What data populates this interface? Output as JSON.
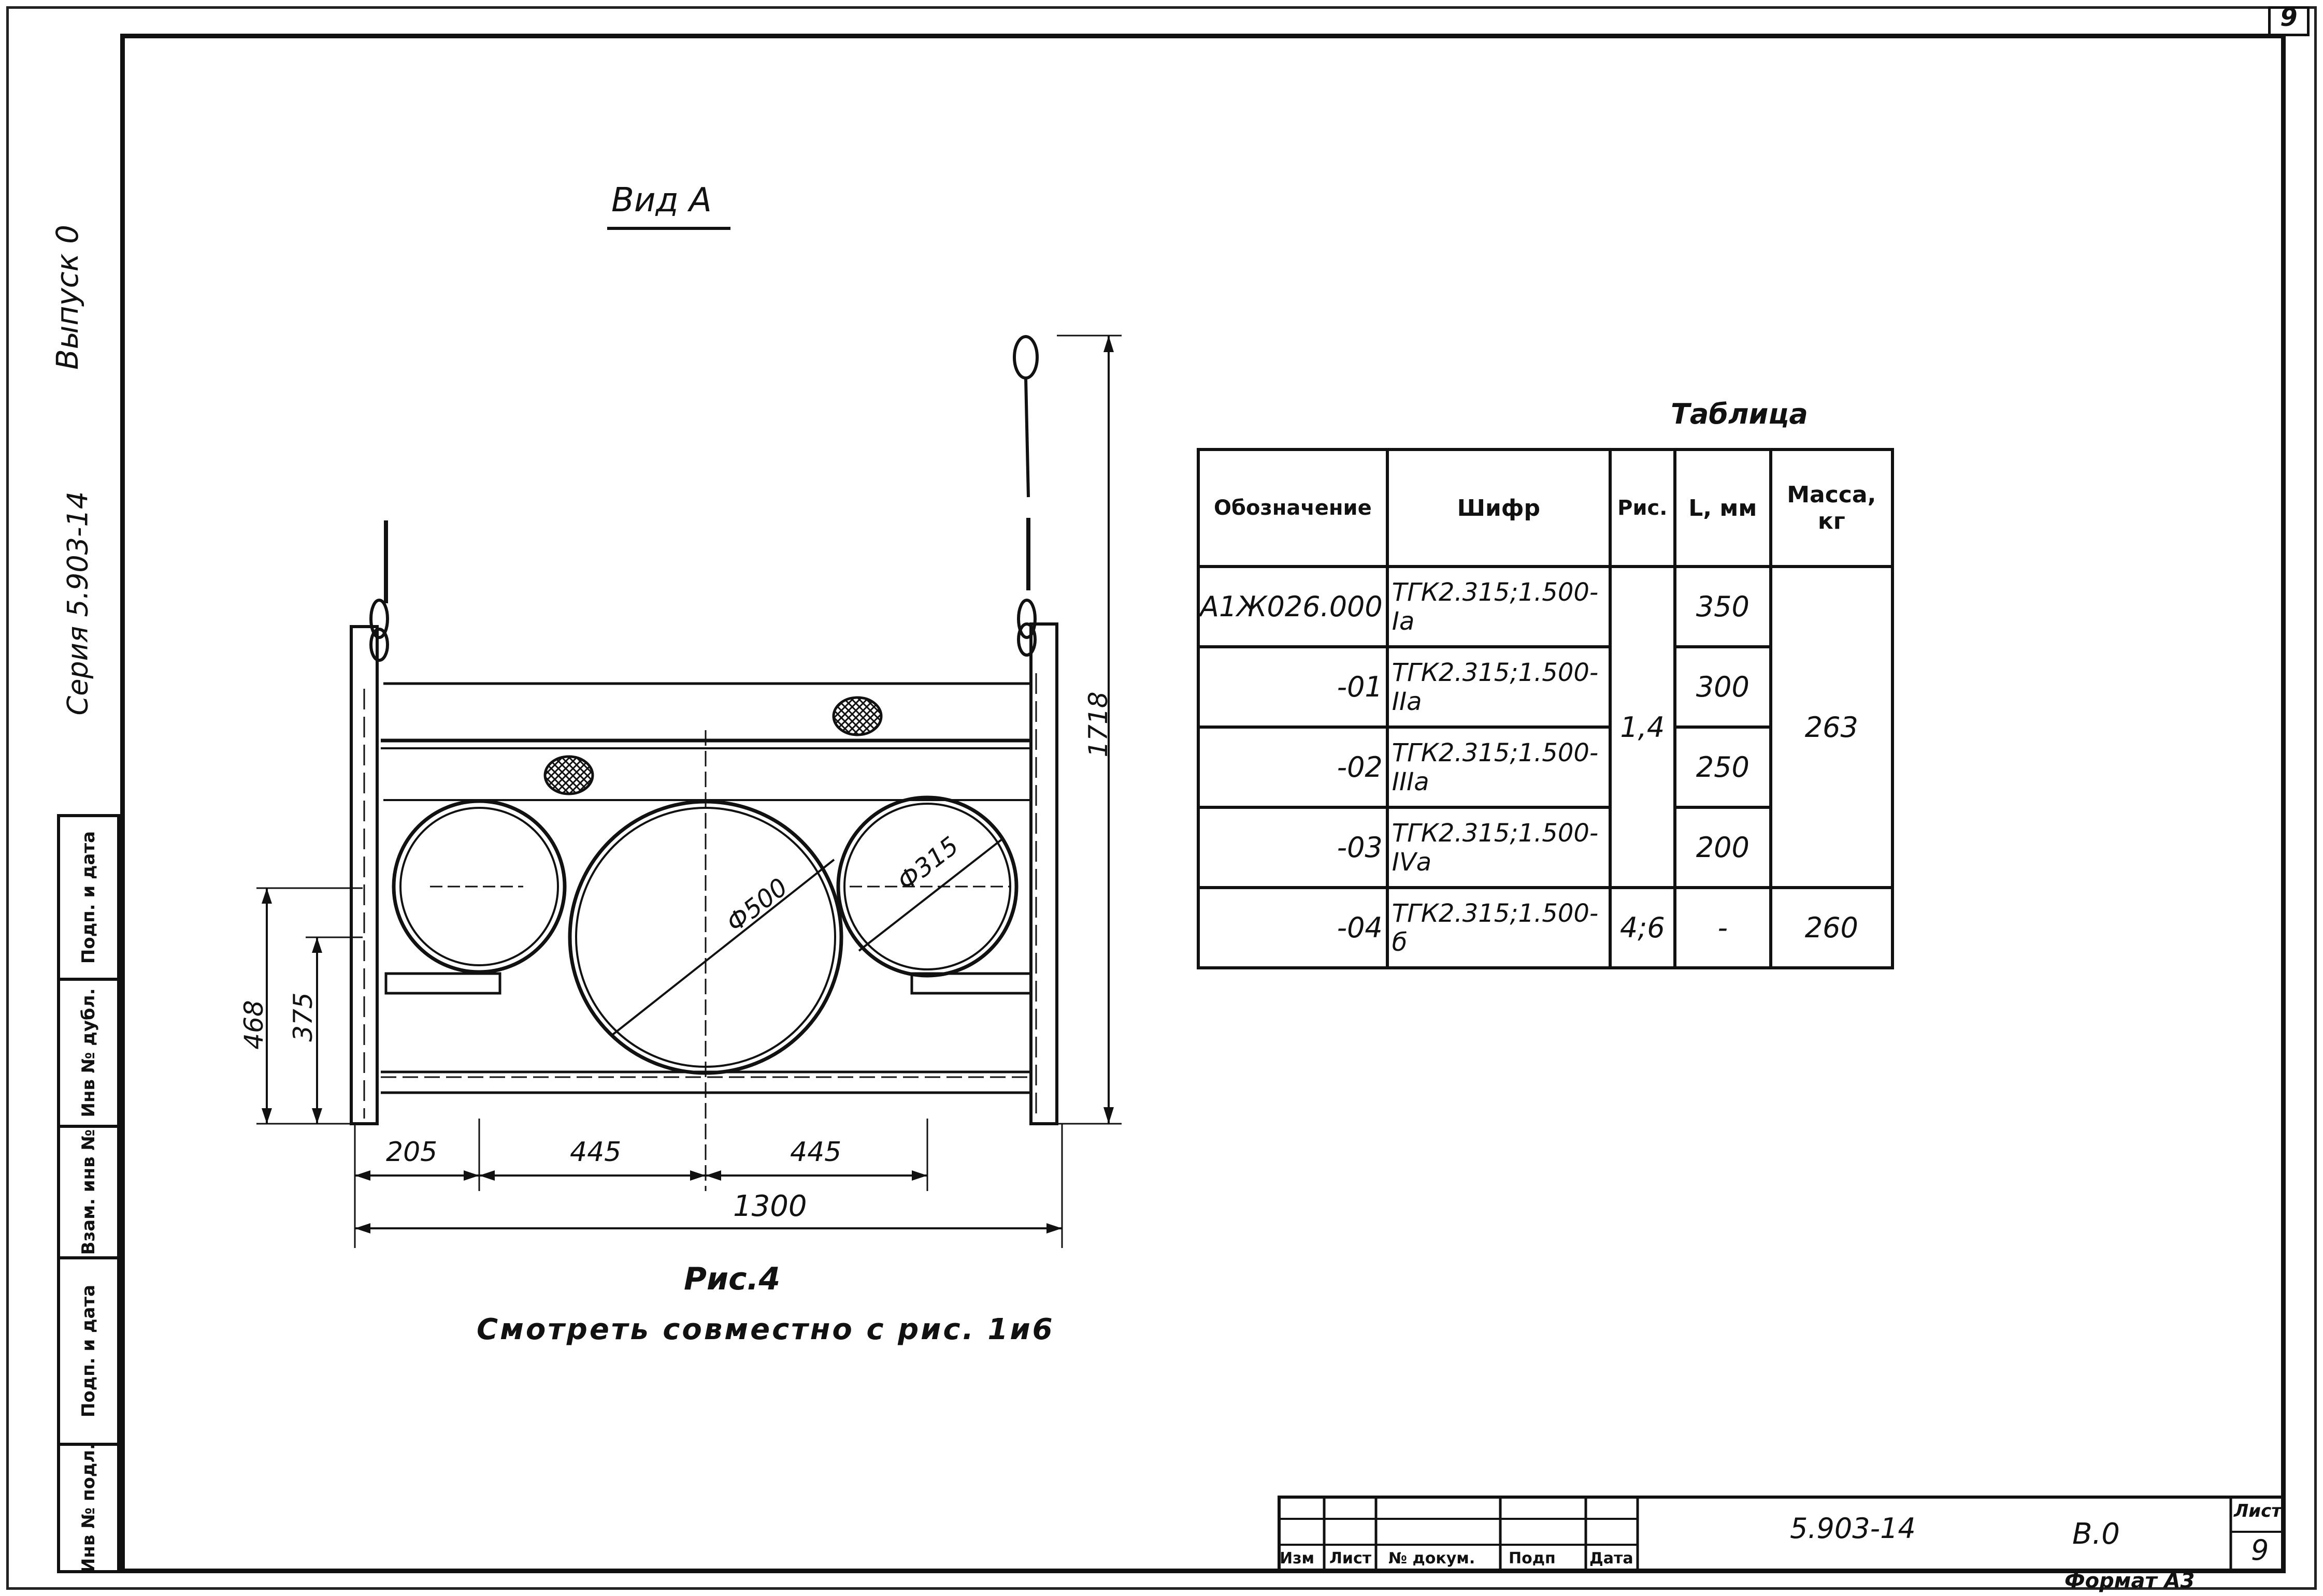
{
  "sheet_number_top": "9",
  "left_margin": {
    "issue": "Выпуск 0",
    "series": "Серия 5.903-14",
    "cells": [
      "Подп. и дата",
      "Инв № дубл.",
      "Взам. инв №",
      "Подп. и дата",
      "Инв № подл."
    ]
  },
  "view_title": "Вид А",
  "dimensions": {
    "height_total": "1718",
    "height_468": "468",
    "height_375": "375",
    "w205": "205",
    "w445a": "445",
    "w445b": "445",
    "w1300": "1300",
    "dia_500": "Ф500",
    "dia_315": "Ф315"
  },
  "figure_caption": "Рис.4",
  "figure_note": "Смотреть совместно с рис. 1и6",
  "table": {
    "title": "Таблица",
    "headers": [
      "Обозначение",
      "Шифр",
      "Рис.",
      "L, мм",
      "Масса, кг"
    ],
    "rows": [
      {
        "code": "А1Ж026.000",
        "cipher": "ТГК2.315;1.500-Iа",
        "l": "350"
      },
      {
        "code": "-01",
        "cipher": "ТГК2.315;1.500-IIа",
        "l": "300"
      },
      {
        "code": "-02",
        "cipher": "ТГК2.315;1.500-IIIа",
        "l": "250"
      },
      {
        "code": "-03",
        "cipher": "ТГК2.315;1.500-IVа",
        "l": "200"
      },
      {
        "code": "-04",
        "cipher": "ТГК2.315;1.500-б",
        "fig": "4;6",
        "l": "-",
        "mass": "260"
      }
    ],
    "merged_fig": "1,4",
    "merged_mass": "263"
  },
  "stamp": {
    "labels": [
      "Изм",
      "Лист",
      "№ докум.",
      "Подп",
      "Дата"
    ],
    "doc_code": "5.903-14",
    "section": "В.0",
    "sheet_label": "Лист",
    "sheet_number": "9",
    "format": "Формат А3"
  }
}
